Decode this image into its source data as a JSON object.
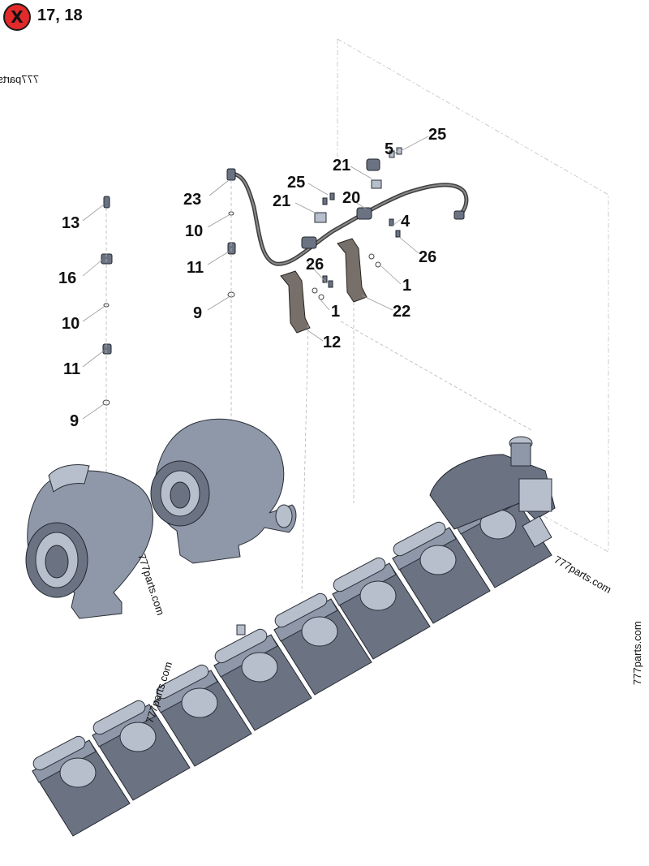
{
  "header": {
    "badge_icon": "x-mark",
    "badge_color": "#e22a2a",
    "badge_label": "X",
    "not_shown_parts": "17, 18"
  },
  "watermark": "777parts.com",
  "watermark_mirrored": "777parts",
  "callouts": {
    "c25_top": "25",
    "c5": "5",
    "c21_top": "21",
    "c25_mid": "25",
    "c21_mid": "21",
    "c20": "20",
    "c23": "23",
    "c4": "4",
    "c10_mid": "10",
    "c26_right": "26",
    "c11_mid": "11",
    "c26_mid": "26",
    "c1_right": "1",
    "c9_mid": "9",
    "c1_mid": "1",
    "c22": "22",
    "c12": "12",
    "c13": "13",
    "c16": "16",
    "c10_left": "10",
    "c11_left": "11",
    "c9_left": "9"
  }
}
